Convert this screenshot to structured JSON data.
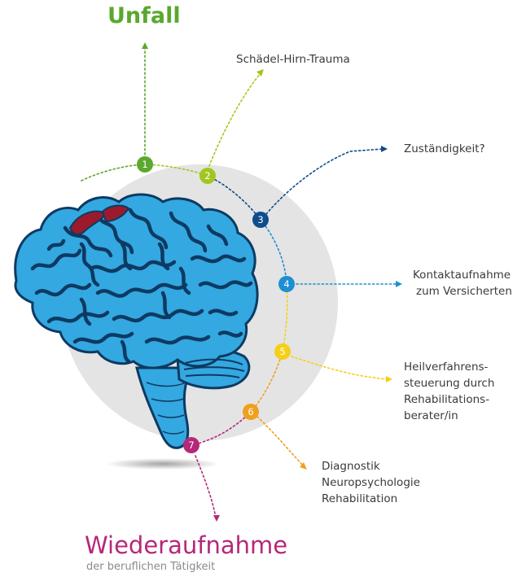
{
  "title_top": "Unfall",
  "title_bottom": "Wiederaufnahme",
  "subtitle_bottom": "der beruflichen Tätigkeit",
  "colors": {
    "green": "#5aa82d",
    "lime": "#a3c61e",
    "navy": "#0f4c8c",
    "blue": "#1e8fd0",
    "yellow": "#f5cf18",
    "orange": "#f0a01e",
    "magenta": "#b5287a",
    "brain": "#34a8e0",
    "brain_dark": "#0d3a63",
    "injury": "#9b1b2c",
    "halo": "#e3e3e3"
  },
  "steps": [
    {
      "num": "1",
      "label": ""
    },
    {
      "num": "2",
      "label": "Schädel-Hirn-Trauma"
    },
    {
      "num": "3",
      "label": "Zuständigkeit?"
    },
    {
      "num": "4",
      "label_lines": [
        "Kontaktaufnahme",
        "zum Versicherten"
      ]
    },
    {
      "num": "5",
      "label_lines": [
        "Heilverfahrens-",
        "steuerung durch",
        "Rehabilitations-",
        "berater/in"
      ]
    },
    {
      "num": "6",
      "label_lines": [
        "Diagnostik",
        "Neuropsychologie",
        "Rehabilitation"
      ]
    },
    {
      "num": "7",
      "label": ""
    }
  ]
}
